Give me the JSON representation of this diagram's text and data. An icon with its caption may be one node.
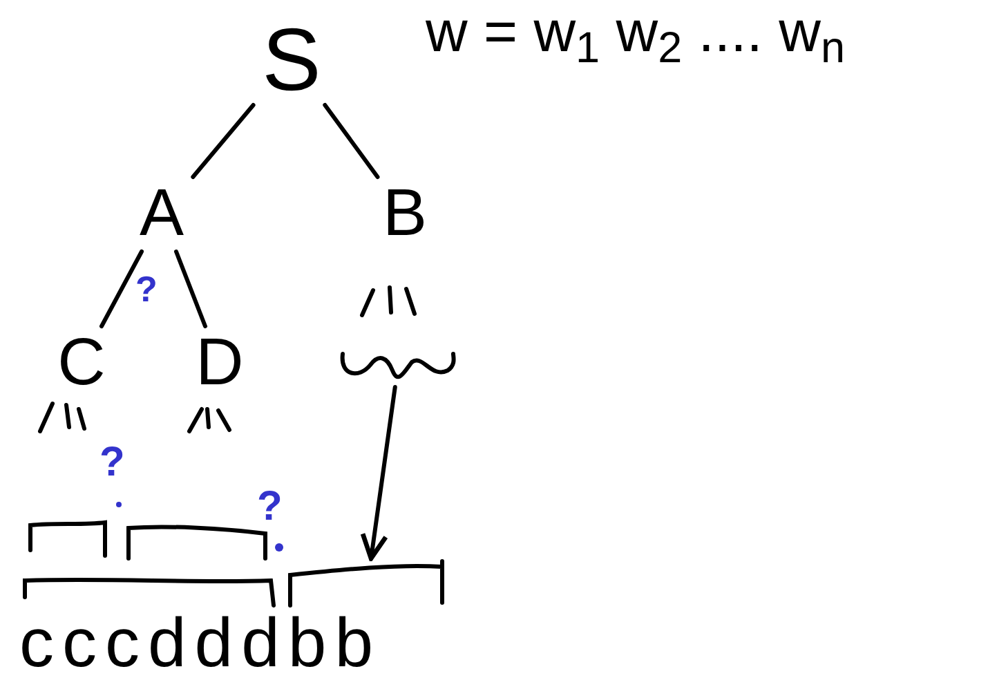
{
  "diagram": {
    "nodes": [
      {
        "text": [
          "S"
        ]
      },
      {
        "text": [
          "A"
        ]
      },
      {
        "text": [
          "B"
        ]
      },
      {
        "text": [
          "C"
        ]
      },
      {
        "text": [
          "D"
        ]
      },
      {
        "text": [],
        "shape": "wave"
      },
      {
        "text": [],
        "shape": "bracket"
      }
    ],
    "edges": [
      {
        "from": 0,
        "to": 1,
        "arrow": "none"
      },
      {
        "from": 0,
        "to": 2,
        "arrow": "none"
      },
      {
        "from": 1,
        "to": 3,
        "arrow": "none"
      },
      {
        "from": 1,
        "to": 4,
        "arrow": "none"
      },
      {
        "from": 5,
        "to": 6,
        "arrow": "to"
      }
    ],
    "labels": [
      "w = w$_{1}$ w$_{2}$ .... w$_{n}$",
      "?",
      "?",
      "?",
      "cccdddbb"
    ]
  }
}
